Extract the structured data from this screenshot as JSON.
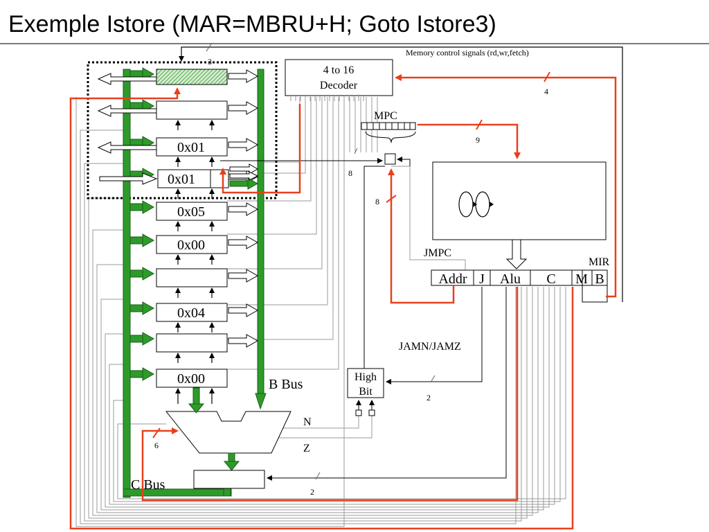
{
  "title": "Exemple Istore (MAR=MBRU+H; Goto Istore3)",
  "labels": {
    "mem_ctrl": "Memory control signals (rd,wr,fetch)",
    "three": "3",
    "four": "4",
    "nine": "9",
    "eight_a": "8",
    "eight_b": "8",
    "six": "6",
    "two_a": "2",
    "two_b": "2",
    "decoder_line1": "4 to 16",
    "decoder_line2": "Decoder",
    "mpc": "MPC",
    "jmpc": "JMPC",
    "mir": "MIR",
    "jamn": "JAMN/JAMZ",
    "highbit_line1": "High",
    "highbit_line2": "Bit",
    "b_bus": "B Bus",
    "c_bus": "C Bus",
    "n": "N",
    "z": "Z"
  },
  "registers": [
    "",
    "",
    "0x01",
    "0x01",
    "0x05",
    "0x00",
    "",
    "0x04",
    "",
    "0x00"
  ],
  "mir_fields": [
    "Addr",
    "J",
    "Alu",
    "C",
    "M",
    "B"
  ],
  "colors": {
    "bus_green": "#2e9a2a",
    "bus_green_dark": "#155e14",
    "signal_red": "#e8401c",
    "hatch": "#2e9a2a"
  }
}
